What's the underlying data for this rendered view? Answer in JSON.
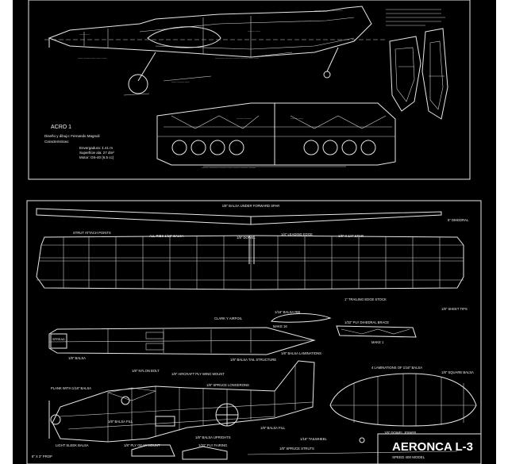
{
  "colors": {
    "background": "#000000",
    "linework": "#e8e8e8",
    "page": "#ffffff"
  },
  "top_plan": {
    "title": "ACRO 1",
    "credits": [
      "Diseño y dibujo: Fernando Magnoli",
      "Caracteristicas:"
    ],
    "specs": [
      "Envergadura: 1.41 m",
      "Superficie ala: 27 dm²",
      "Motor: OS-40 (6.5 cc)"
    ]
  },
  "bottom_plan": {
    "labels": {
      "under_spar": "1/8\" BALSA UNDER FORWARD SPAR",
      "dihedral": "5\" DIHEDRAL",
      "strut_attach": "STRUT ATTACH POINTS",
      "all_ribs": "ALL RIBS 1/16\" BALSA",
      "dowel": "1/8\" DOWEL",
      "leading_edge": "1/4\" LEADING EDGE",
      "spar": "1/8\" X 1/4\" SPAR",
      "trailing_edge": "1\" TRAILING EDGE STOCK",
      "sheet_tips": "1/8\" SHEET TIPS",
      "clark_y": "CLARK Y AIRFOIL",
      "balsa_rib": "1/16\" BALSA RIB",
      "make_16": "MAKE 16",
      "dihedral_brace": "1/32\" PLY DIHEDRAL BRACE",
      "make_1": "MAKE 1",
      "spread": "SPREAD",
      "balsa_8": "1/8\" BALSA",
      "nylon_bolt": "1/8\" NYLON BOLT",
      "aircraft_ply": "1/8\" AIRCRAFT PLY WING MOUNT",
      "lamination": "1/8\" BALSA LAMINATIONS",
      "tail_structure": "1/8\" BALSA TAIL STRUCTURE",
      "lamination_4": "4 LAMINATIONS OF 1/16\" BALSA",
      "square_balsa": "1/8\" SQUARE BALSA",
      "plank": "PLANK WITH 1/16\" BALSA",
      "spruce_longerons": "1/8\" SPRUCE LONGERONS",
      "balsa_fill": "1/8\" BALSA FILL",
      "dowel_joiner": "1/8\" DOWEL JOINER",
      "light_sheet": "LIGHT SLEEK BALSA",
      "ply_gear": "1/8\" PLY GEAR MOUNT",
      "balsa_uprights": "1/8\" BALSA UPRIGHTS",
      "ply_fairing": "1/32\" PLY FAIRING",
      "tailwheel": "1/16\" TAILWHEEL",
      "spruce_struts": "1/8\" SPRUCE STRUTS",
      "prop": "8\" X 3\" PROP"
    },
    "title_block": {
      "name": "AERONCA L-3",
      "subtitle": "SPEED 400 MODEL"
    }
  }
}
